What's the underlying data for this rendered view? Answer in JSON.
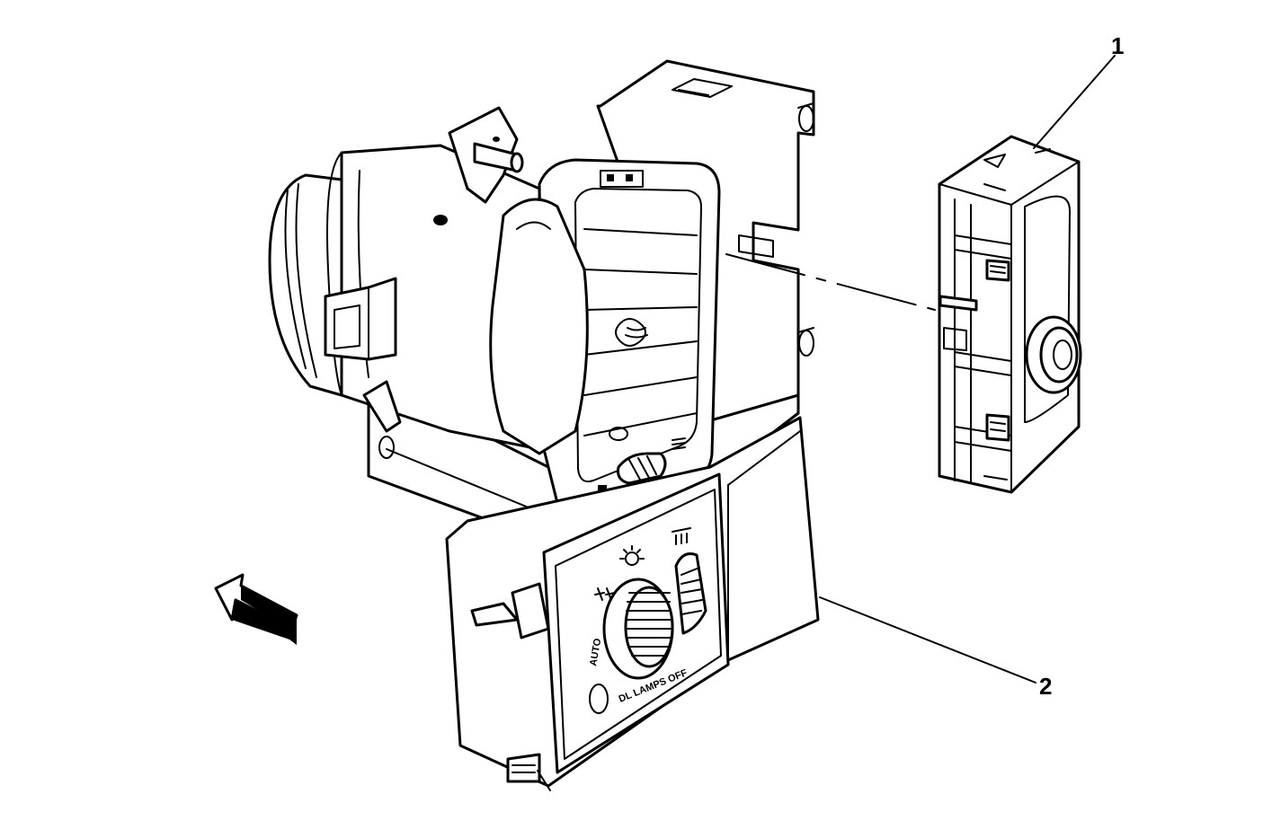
{
  "callouts": [
    {
      "id": "1",
      "label": "1"
    },
    {
      "id": "2",
      "label": "2"
    }
  ],
  "panel_labels": {
    "auto": "AUTO",
    "lamps_off": "DL LAMPS OFF"
  },
  "icons": [
    "headlamp-switch-knob-icon",
    "dimmer-thumbwheel-icon",
    "park-lamp-symbol-icon",
    "headlamp-symbol-icon",
    "fog-lamp-symbol-icon",
    "direction-arrow-icon"
  ],
  "colors": {
    "line": "#000000",
    "background": "#ffffff"
  }
}
